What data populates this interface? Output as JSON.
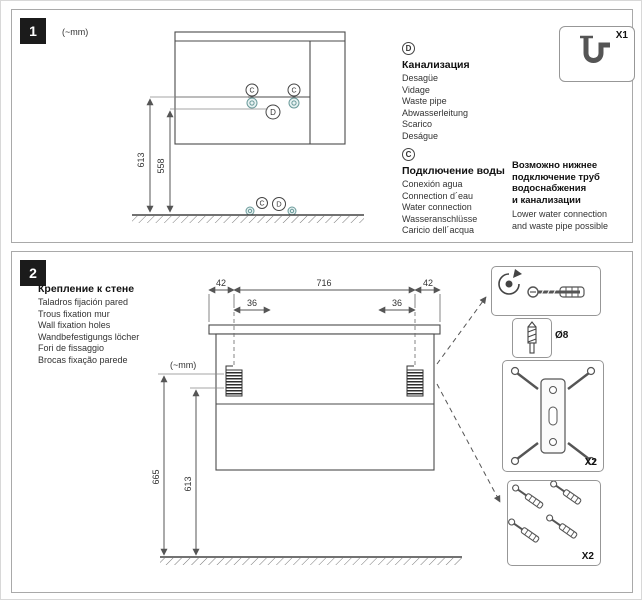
{
  "panel1": {
    "number": "1",
    "units": "(~mm)",
    "kit_count": "X1",
    "markers": {
      "c": "C",
      "d": "D"
    },
    "dims": {
      "h1": "613",
      "h2": "558"
    },
    "drain": {
      "letter": "D",
      "title": "Канализация",
      "lines": [
        "Desagüe",
        "Vidage",
        "Waste pipe",
        "Abwasserleitung",
        "Scarico",
        "Deságue"
      ]
    },
    "water": {
      "letter": "C",
      "title": "Подключение воды",
      "lines": [
        "Conexión agua",
        "Connection d´eau",
        "Water connection",
        "Wasseranschlüsse",
        "Caricio dell´acqua"
      ]
    },
    "note": {
      "bold_lines": [
        "Возможно нижнее",
        "подключение труб",
        "водоснабжения",
        "и канализации"
      ],
      "lines": [
        "Lower water connection",
        "and waste pipe possible"
      ]
    }
  },
  "panel2": {
    "number": "2",
    "units": "(~mm)",
    "title": "Крепление к стене",
    "lines": [
      "Taladros fijación pared",
      "Trous fixation mur",
      "Wall fixation holes",
      "Wandbefestigungs löcher",
      "Fori de fissaggio",
      "Brocas fixação parede"
    ],
    "dims": {
      "edge_left": "42",
      "span": "716",
      "edge_right": "42",
      "offset_left": "36",
      "offset_right": "36",
      "h1": "665",
      "h2": "613"
    },
    "drill_label": "Ø8",
    "bracket_count": "X2",
    "anchor_count": "X2"
  }
}
